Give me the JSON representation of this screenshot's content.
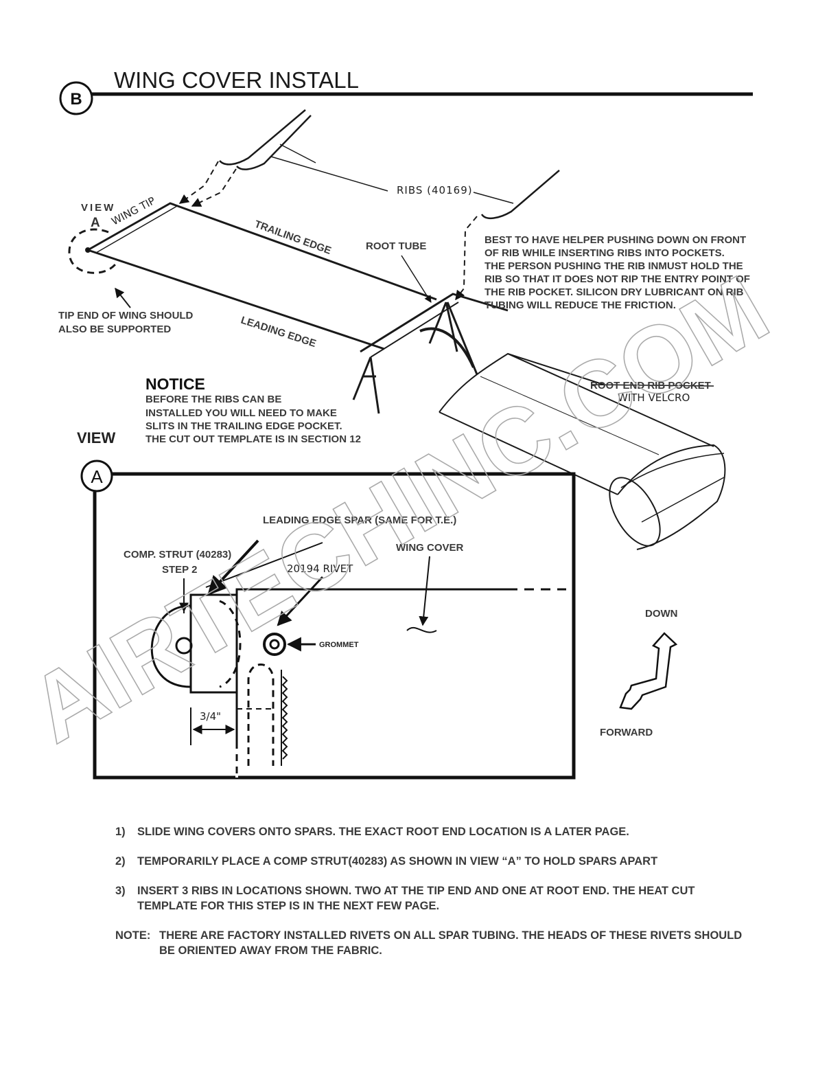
{
  "header": {
    "section_letter": "B",
    "title": "WING COVER INSTALL"
  },
  "labels": {
    "view": "VIEW",
    "view_letter": "A",
    "wing_tip": "WING TIP",
    "ribs": "RIBS (40169)",
    "trailing_edge": "TRAILING EDGE",
    "leading_edge": "LEADING EDGE",
    "root_tube": "ROOT TUBE",
    "tip_support": [
      "TIP END OF WING SHOULD",
      "ALSO BE SUPPORTED"
    ],
    "helper_note": [
      "BEST TO HAVE HELPER PUSHING DOWN ON FRONT",
      "OF RIB WHILE INSERTING RIBS INTO POCKETS.",
      "THE PERSON PUSHING THE RIB INMUST HOLD THE",
      "RIB SO THAT IT DOES NOT RIP THE ENTRY POINT OF",
      "THE RIB POCKET.  SILICON DRY LUBRICANT ON RIB",
      "TUBING WILL REDUCE THE FRICTION."
    ],
    "root_pocket": [
      "ROOT END RIB POCKET",
      "WITH VELCRO"
    ]
  },
  "notice": {
    "heading": "NOTICE",
    "lines": [
      "BEFORE THE RIBS CAN BE",
      "INSTALLED YOU WILL NEED TO MAKE",
      "SLITS IN THE TRAILING EDGE POCKET.",
      "THE CUT OUT TEMPLATE IS IN SECTION 12"
    ]
  },
  "view_a": {
    "view_label": "VIEW",
    "letter": "A",
    "leading_edge_spar": "LEADING EDGE SPAR (SAME FOR T.E.)",
    "comp_strut": "COMP. STRUT (40283)",
    "step": "STEP 2",
    "rivet": "20194 RIVET",
    "wing_cover": "WING COVER",
    "grommet": "GROMMET",
    "dimension": "3/4\"",
    "down": "DOWN",
    "forward": "FORWARD"
  },
  "watermark": "AIRTECHINC.COM",
  "notes": [
    {
      "num": "1)",
      "text": "SLIDE WING COVERS ONTO SPARS.  THE EXACT ROOT END LOCATION IS A LATER PAGE."
    },
    {
      "num": "2)",
      "text": "TEMPORARILY PLACE A COMP STRUT(40283) AS SHOWN IN VIEW “A” TO HOLD SPARS APART"
    },
    {
      "num": "3)",
      "text": "INSERT 3 RIBS IN LOCATIONS SHOWN.  TWO AT THE TIP END AND ONE AT ROOT END. THE HEAT CUT TEMPLATE FOR THIS STEP IS IN THE NEXT FEW PAGE."
    },
    {
      "num": "NOTE:",
      "text": "THERE ARE FACTORY INSTALLED RIVETS ON ALL SPAR TUBING.  THE HEADS OF THESE RIVETS SHOULD BE ORIENTED AWAY FROM THE FABRIC."
    }
  ]
}
